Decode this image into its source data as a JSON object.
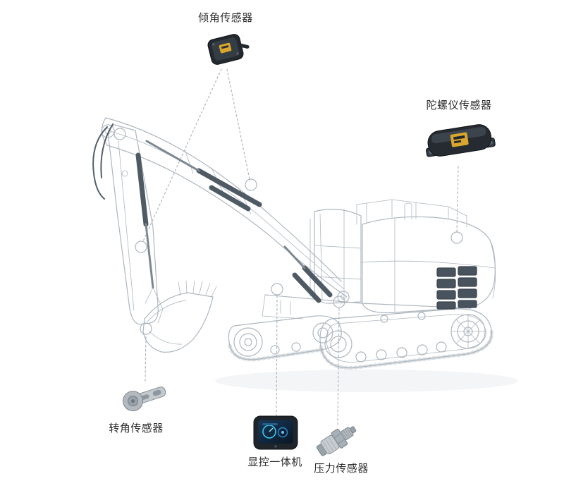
{
  "diagram": {
    "labels": {
      "tilt_sensor": "倾角传感器",
      "gyro_sensor": "陀螺仪传感器",
      "rotation_sensor": "转角传感器",
      "display_unit": "显控一体机",
      "pressure_sensor": "压力传感器"
    },
    "markers": [
      {
        "id": "boom-tilt-marker",
        "color": "red"
      },
      {
        "id": "stick-tilt-marker",
        "color": "red"
      },
      {
        "id": "cab-base-marker",
        "color": "red"
      },
      {
        "id": "boom-foot-marker",
        "color": "red"
      },
      {
        "id": "engine-gyro-marker",
        "color": "red"
      },
      {
        "id": "bucket-pivot-marker",
        "color": "gray"
      }
    ],
    "icons": {
      "tilt_sensor_device": "black-imu-box-with-yellow-label",
      "gyro_sensor_device": "black-capsule-module-with-yellow-label",
      "rotation_sensor_device": "metal-angle-sensor-bracket",
      "display_unit_device": "dark-tablet-with-blue-gauge-screen",
      "pressure_sensor_device": "steel-cylindrical-pressure-transducer"
    },
    "colors": {
      "marker_red": "#d01212",
      "marker_gray": "#7e8c99",
      "wireframe_light": "#aeb7bf",
      "wireframe_mid": "#8d98a1",
      "accent_dark": "#4e5a64",
      "connector": "#9aa0a6",
      "label_text": "#2e2e2e",
      "device_yellow": "#d9a62e",
      "screen_blue": "#123252"
    }
  }
}
